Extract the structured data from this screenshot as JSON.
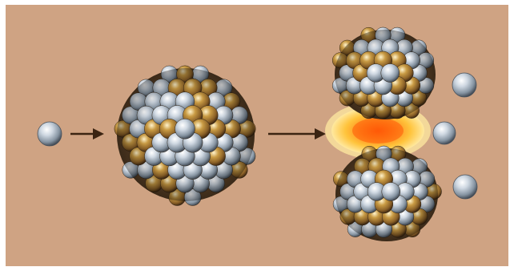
{
  "diagram": {
    "kind": "nuclear-fission",
    "colors": {
      "background": "#cfa383",
      "page": "#ffffff",
      "arrow": "#3b2412",
      "proton": "#b8892e",
      "neutron": "#b9c4cf",
      "flash_outer": "#ffd24a",
      "flash_inner": "#ff7a12"
    },
    "stages": [
      {
        "label": "incoming-neutron",
        "particles": 1
      },
      {
        "label": "target-nucleus",
        "particles": 1
      },
      {
        "label": "fission-fragments",
        "fragments": 2,
        "released_neutrons": 3
      }
    ]
  }
}
